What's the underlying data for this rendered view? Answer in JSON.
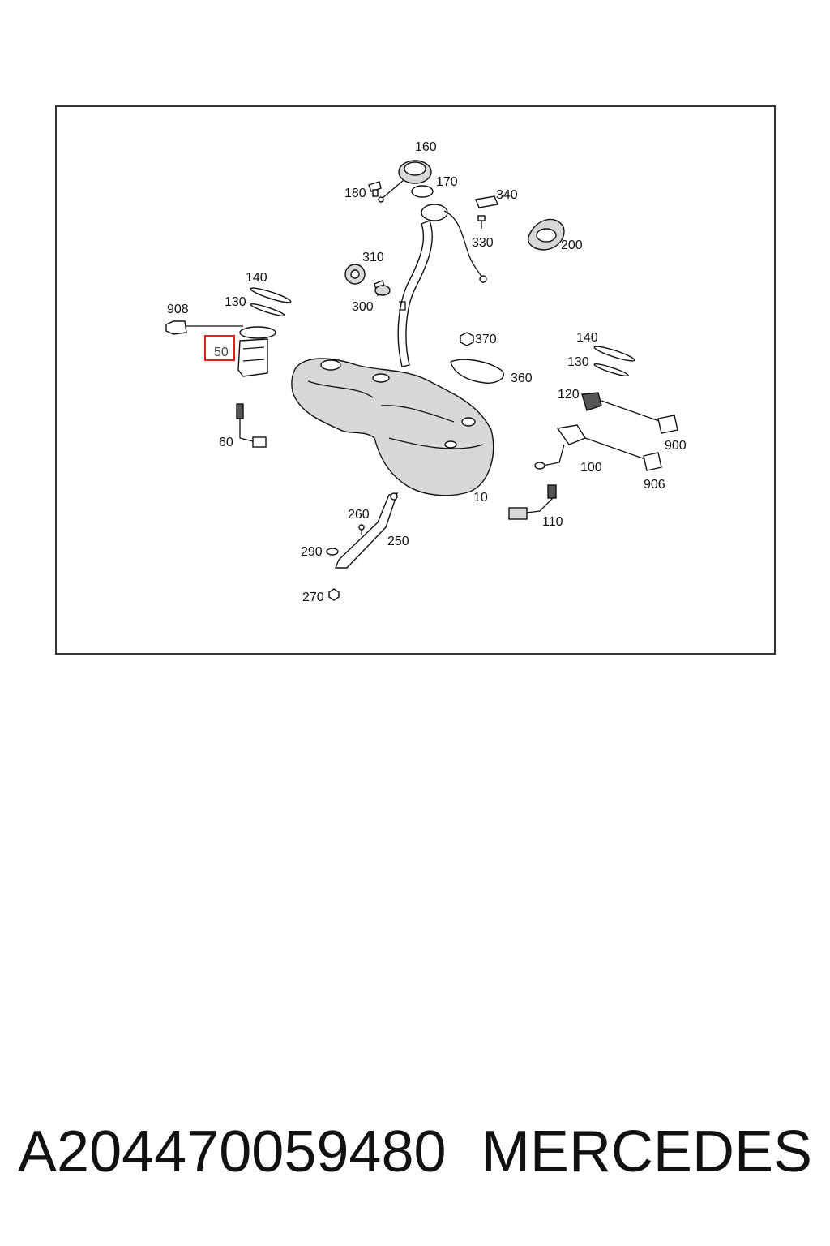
{
  "diagram": {
    "highlight_color": "#e0201b",
    "highlighted_callout": "50",
    "callouts": {
      "c160": "160",
      "c180": "180",
      "c170": "170",
      "c340": "340",
      "c330": "330",
      "c200": "200",
      "c310": "310",
      "c300": "300",
      "c140a": "140",
      "c130a": "130",
      "c908": "908",
      "c50": "50",
      "c60": "60",
      "c370": "370",
      "c360": "360",
      "c140b": "140",
      "c130b": "130",
      "c120": "120",
      "c900": "900",
      "c100": "100",
      "c906": "906",
      "c10": "10",
      "c110": "110",
      "c260": "260",
      "c250": "250",
      "c290": "290",
      "c270": "270"
    }
  },
  "footer": {
    "part_number": "A204470059480",
    "brand": "MERCEDES"
  }
}
